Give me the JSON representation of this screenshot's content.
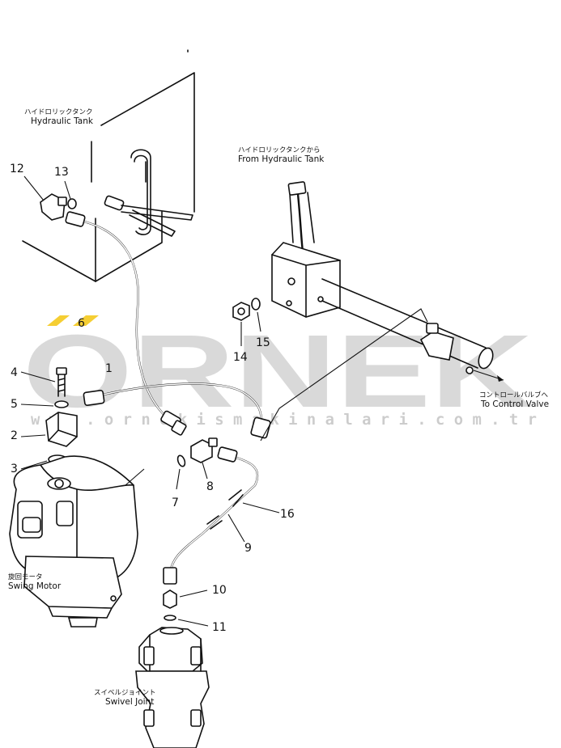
{
  "watermark": {
    "brand": "ORNEK",
    "url": "w w w . o r n e k i s m a k i n a l a r i . c o m . t r"
  },
  "labels": {
    "hydraulic_tank_jp": "ハイドロリックタンク",
    "hydraulic_tank_en": "Hydraulic Tank",
    "from_tank_jp": "ハイドロリックタンクから",
    "from_tank_en": "From Hydraulic Tank",
    "to_valve_jp": "コントロールバルブへ",
    "to_valve_en": "To Control Valve",
    "swing_motor_jp": "旋回モータ",
    "swing_motor_en": "Swing Motor",
    "swivel_joint_jp": "スイベルジョイント",
    "swivel_joint_en": "Swivel Joint"
  },
  "callouts": [
    "1",
    "2",
    "3",
    "4",
    "5",
    "6",
    "7",
    "8",
    "9",
    "10",
    "11",
    "12",
    "13",
    "14",
    "15",
    "16"
  ],
  "colors": {
    "line": "#111111",
    "accent": "#f2c200"
  }
}
